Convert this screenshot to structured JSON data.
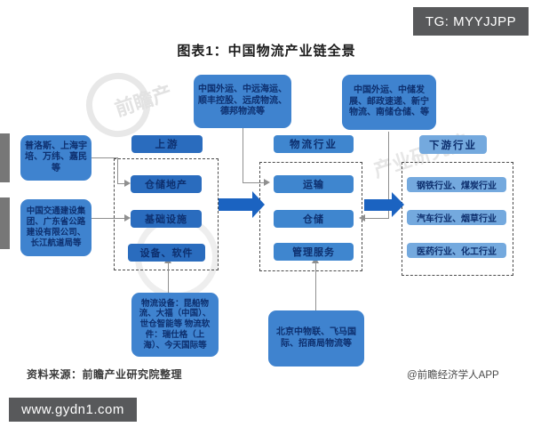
{
  "badges": {
    "tg": "TG: MYYJJPP",
    "url": "www.gydn1.com"
  },
  "title": "图表1：中国物流产业链全景",
  "diagram": {
    "top_suppliers": [
      "中国外运、中远海运、顺丰控股、远成物流、德邦物流等",
      "中国外运、中储发展、邮政速递、新宁物流、南储仓储、等"
    ],
    "left_suppliers": [
      "普洛斯、上海宇培、万纬、嘉民等",
      "中国交通建设集团、广东省公路建设有限公司、长江航道局等"
    ],
    "upstream": {
      "header": "上游",
      "items": [
        "仓储地产",
        "基础设施",
        "设备、软件"
      ]
    },
    "logistics": {
      "header": "物流行业",
      "items": [
        "运输",
        "仓储",
        "管理服务"
      ]
    },
    "downstream": {
      "header": "下游行业",
      "items": [
        "钢铁行业、煤炭行业",
        "汽车行业、烟草行业",
        "医药行业、化工行业"
      ]
    },
    "bottom_notes": [
      "物流设备：昆船物流、大福（中国）、世仓智能等 物流软件：瑞仕格（上海）、今天国际等",
      "北京中物联、飞马国际、招商局物流等"
    ]
  },
  "watermark": {
    "text1": "前瞻产",
    "text2": "产业研究院"
  },
  "footer": {
    "source": "资料来源：前瞻产业研究院整理",
    "credit": "@前瞻经济学人APP"
  },
  "colors": {
    "box_blue": "#3f83cf",
    "header_dark_blue": "#2a6cbe",
    "header_mid_blue": "#3f86cf",
    "light_blue": "#74a9de",
    "big_arrow_blue": "#1b63c1",
    "box_text_navy": "#0d2f6e",
    "badge_gray": "#58595b"
  }
}
